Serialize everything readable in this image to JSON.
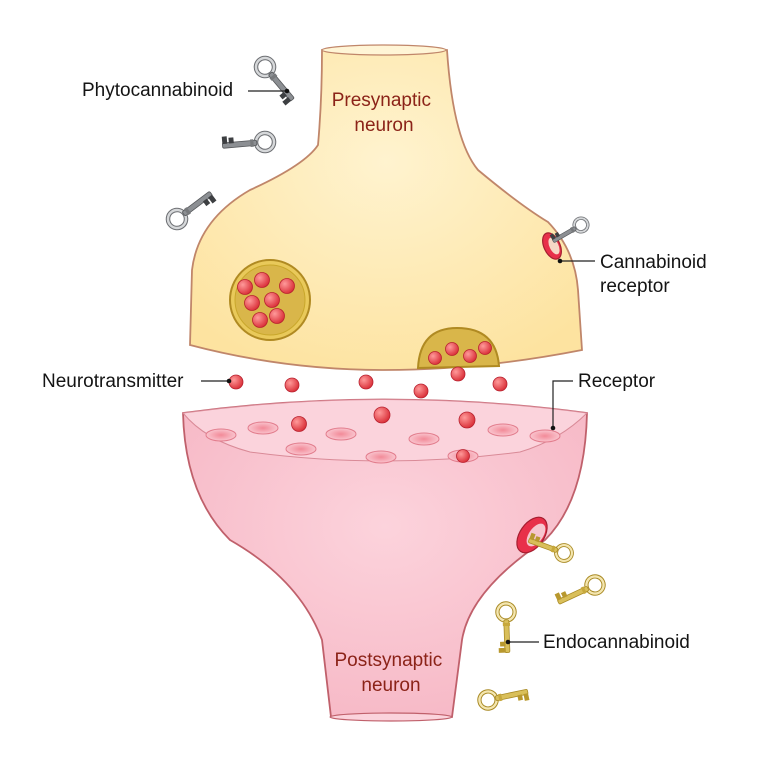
{
  "neurons": {
    "presynaptic": [
      "Presynaptic",
      "neuron"
    ],
    "postsynaptic": [
      "Postsynaptic",
      "neuron"
    ]
  },
  "labels": {
    "phytocannabinoid": "Phytocannabinoid",
    "cannabinoid_receptor": [
      "Cannabinoid",
      "receptor"
    ],
    "neurotransmitter": "Neurotransmitter",
    "receptor": "Receptor",
    "endocannabinoid": "Endocannabinoid"
  },
  "colors": {
    "presynaptic_fill": "#fde9ac",
    "presynaptic_outline": "#c0866a",
    "postsynaptic_fill": "#f8bfcb",
    "postsynaptic_outline": "#c0606b",
    "neurotransmitter": "#e0383f",
    "vesicle": "#c9a72b",
    "phyto_key": "#a8aaad",
    "endo_key": "#e3cf76",
    "title_text": "#8b2318"
  },
  "icons": [
    "phytocannabinoid-key-icon",
    "endocannabinoid-key-icon",
    "vesicle-icon",
    "neurotransmitter-molecule-icon",
    "receptor-site-icon"
  ]
}
